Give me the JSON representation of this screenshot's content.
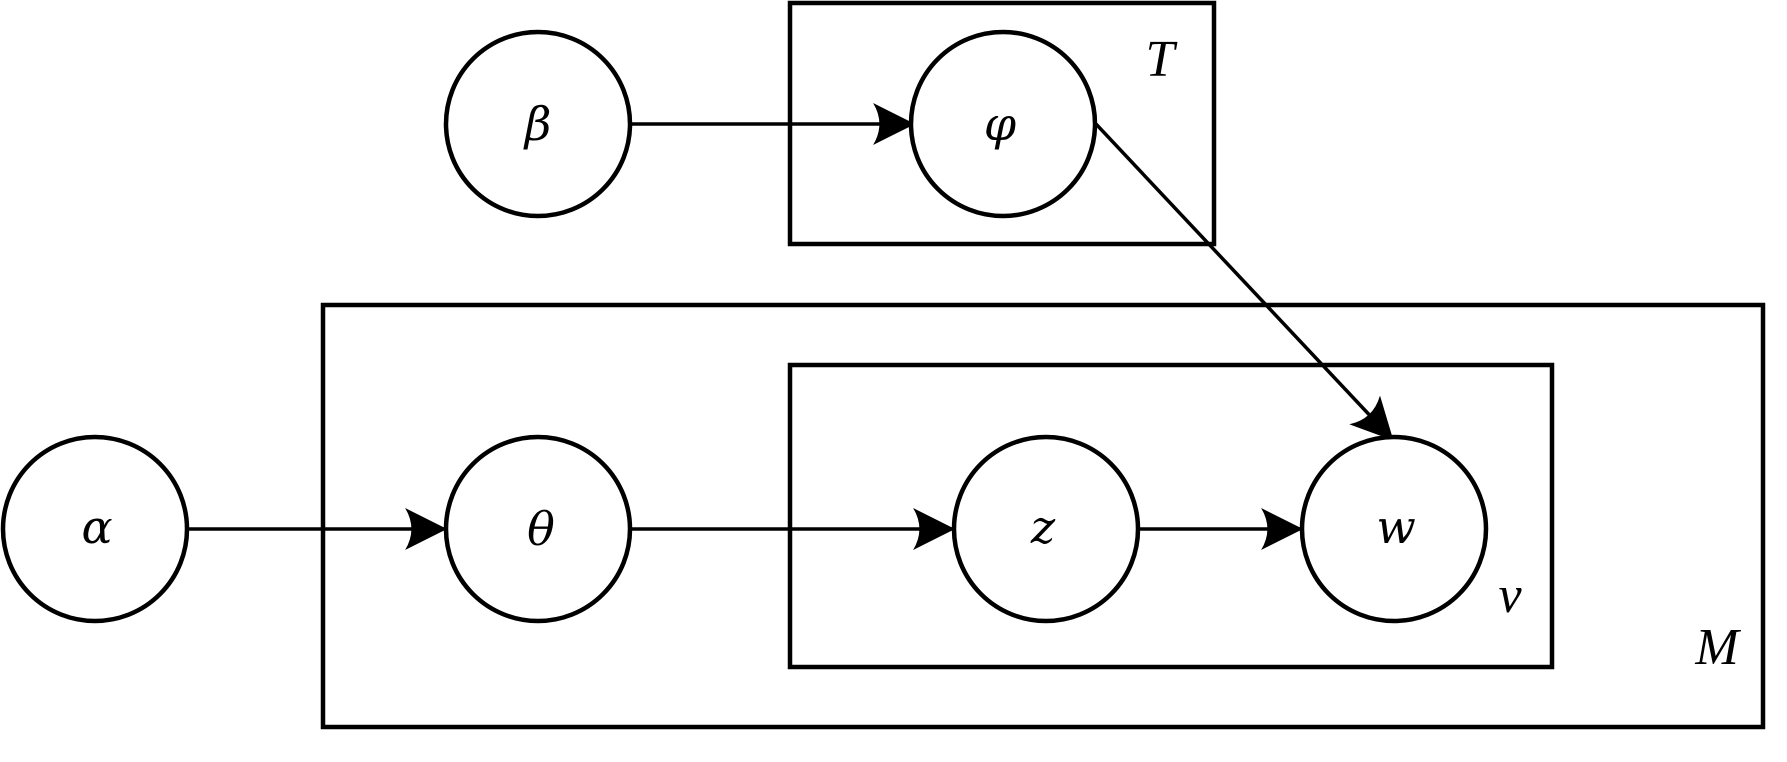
{
  "diagram": {
    "type": "plate-notation",
    "nodes": [
      {
        "id": "alpha",
        "symbol": "α"
      },
      {
        "id": "beta",
        "symbol": "β"
      },
      {
        "id": "phi",
        "symbol": "φ"
      },
      {
        "id": "theta",
        "symbol": "θ"
      },
      {
        "id": "z",
        "symbol": "z"
      },
      {
        "id": "w",
        "symbol": "w"
      }
    ],
    "edges": [
      {
        "from": "beta",
        "to": "phi"
      },
      {
        "from": "phi",
        "to": "w"
      },
      {
        "from": "alpha",
        "to": "theta"
      },
      {
        "from": "theta",
        "to": "z"
      },
      {
        "from": "z",
        "to": "w"
      }
    ],
    "plates": [
      {
        "id": "T",
        "label": "T",
        "contains": [
          "phi"
        ]
      },
      {
        "id": "M",
        "label": "M",
        "contains": [
          "theta",
          "z",
          "w"
        ]
      },
      {
        "id": "v",
        "label": "v",
        "contains": [
          "z",
          "w"
        ]
      }
    ]
  }
}
